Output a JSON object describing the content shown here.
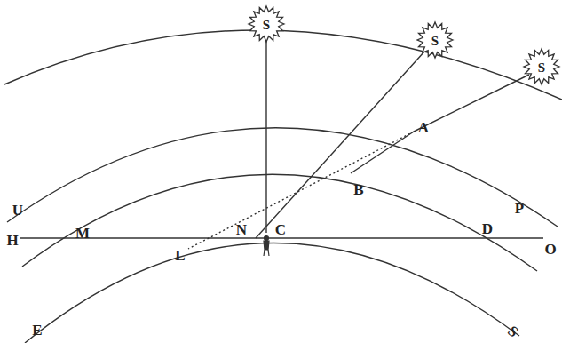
{
  "diagram": {
    "labels": [
      "S",
      "S",
      "S",
      "U",
      "M",
      "A",
      "B",
      "P",
      "D",
      "H",
      "L",
      "N",
      "C",
      "O",
      "E",
      "S"
    ]
  }
}
